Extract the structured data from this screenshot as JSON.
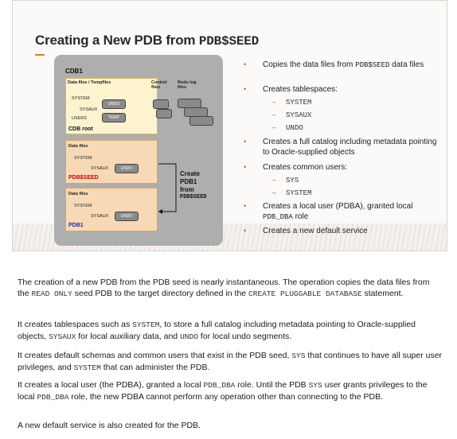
{
  "slide": {
    "title_text": "Creating a New PDB from ",
    "title_mono": "PDB$SEED",
    "diagram": {
      "cdb_label": "CDB1",
      "datafiles_label": "Data files / Tempfiles",
      "control_label": "Control files",
      "redo_label": "Redo log files",
      "system": "SYSTEM",
      "sysaux": "SYSAUX",
      "users": "USERS",
      "undo": "UNDO",
      "temp": "TEMP",
      "cdb_root": "CDB root",
      "seed_datafiles": "Data files",
      "seed_system": "SYSTEM",
      "seed_sysaux": "SYSAUX",
      "seed_undo": "UNDO",
      "pdbseed_label": "PDB$SEED",
      "pdb1_datafiles": "Data files",
      "pdb1_system": "SYSTEM",
      "pdb1_sysaux": "SYSAUX",
      "pdb1_undo": "UNDO",
      "pdb1_label": "PDB1",
      "create_line1": "Create",
      "create_line2": "PDB1",
      "create_line3": "from",
      "create_line4": "PDB$SEED"
    },
    "bullets": [
      {
        "a": "Copies the data files from ",
        "m": "PDB$SEED",
        "b": " data files"
      },
      {
        "text": "Creates tablespaces:"
      },
      {
        "text": "Creates a full catalog including metadata pointing to Oracle-supplied objects"
      },
      {
        "text": "Creates common users:"
      },
      {
        "a": "Creates a local user (PDBA), granted local ",
        "m": "PDB_DBA",
        "b": " role"
      },
      {
        "text": "Creates a new default service"
      }
    ],
    "tablespaces": [
      "SYSTEM",
      "SYSAUX",
      "UNDO"
    ],
    "common_users": [
      "SYS",
      "SYSTEM"
    ]
  },
  "notes": [
    {
      "parts": [
        "The creation of a new PDB from the PDB seed is nearly instantaneous. The operation copies the data files from the ",
        "READ ONLY",
        " seed PDB to the target directory defined in the ",
        "CREATE PLUGGABLE DATABASE",
        " statement."
      ]
    },
    {
      "parts": [
        "It creates tablespaces such as ",
        "SYSTEM",
        ", to store a full catalog including metadata pointing to Oracle-supplied objects, ",
        "SYSAUX",
        " for local auxiliary data, and ",
        "UNDO",
        " for local undo segments."
      ]
    },
    {
      "parts": [
        "It creates default schemas and common users that exist in the PDB seed, ",
        "SYS",
        " that continues to have all super user privileges, and ",
        "SYSTEM",
        " that can administer the PDB."
      ]
    },
    {
      "parts": [
        "It creates a local user (the PDBA), granted a local ",
        "PDB_DBA",
        " role. Until the PDB ",
        "SYS",
        " user grants privileges to the local ",
        "PDB_DBA",
        " role, the new PDBA cannot perform any operation other than connecting to the PDB."
      ]
    },
    {
      "parts": [
        "A new default service is also created for the PDB."
      ]
    }
  ]
}
